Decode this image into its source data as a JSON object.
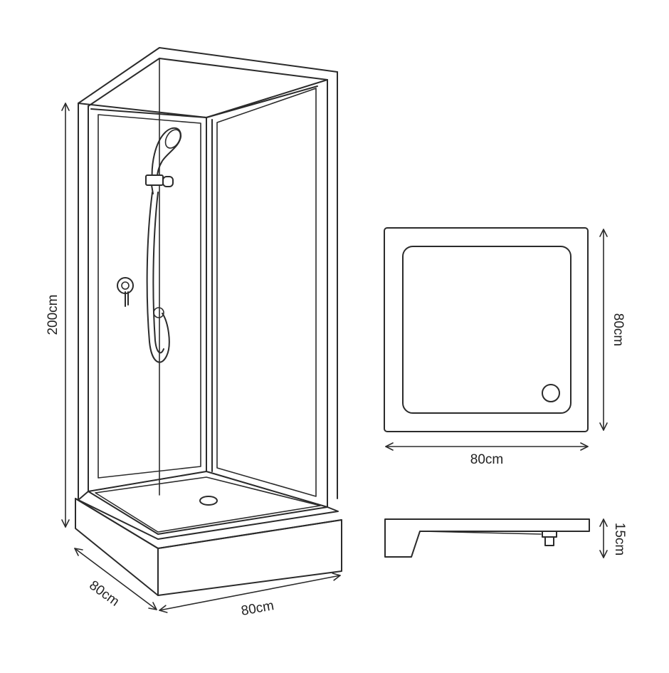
{
  "dimensions": {
    "cabin_height": "200cm",
    "cabin_depth": "80cm",
    "cabin_width": "80cm",
    "tray_depth": "80cm",
    "tray_width": "80cm",
    "tray_height": "15cm"
  },
  "colors": {
    "line": "#2b2b2b",
    "background": "#ffffff"
  }
}
